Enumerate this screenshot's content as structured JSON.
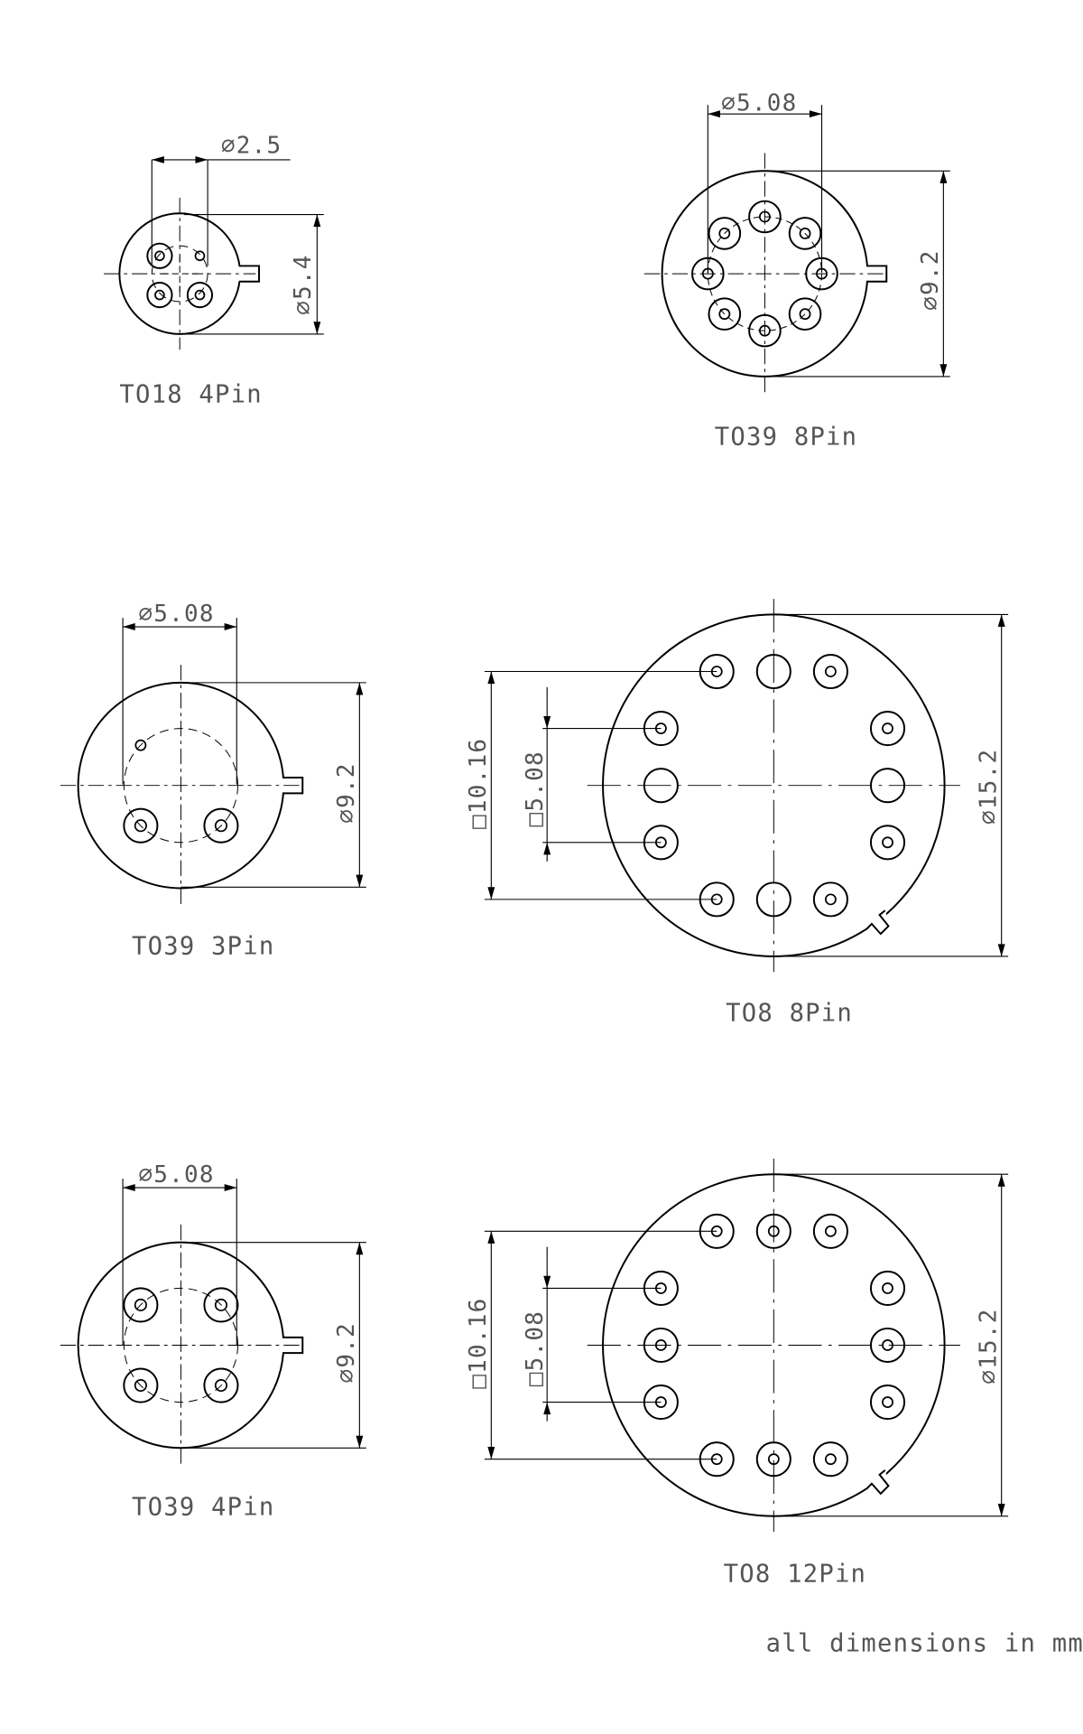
{
  "drawings": {
    "to18_4pin": {
      "label": "TO18 4Pin",
      "pin_circle_dim": "⌀2.5",
      "body_dim": "⌀5.4"
    },
    "to39_8pin": {
      "label": "TO39 8Pin",
      "pin_circle_dim": "⌀5.08",
      "body_dim": "⌀9.2"
    },
    "to39_3pin": {
      "label": "TO39 3Pin",
      "pin_circle_dim": "⌀5.08",
      "body_dim": "⌀9.2"
    },
    "to8_8pin": {
      "label": "TO8 8Pin",
      "outer_square_dim": "□10.16",
      "inner_square_dim": "□5.08",
      "body_dim": "⌀15.2"
    },
    "to39_4pin": {
      "label": "TO39 4Pin",
      "pin_circle_dim": "⌀5.08",
      "body_dim": "⌀9.2"
    },
    "to8_12pin": {
      "label": "TO8 12Pin",
      "outer_square_dim": "□10.16",
      "inner_square_dim": "□5.08",
      "body_dim": "⌀15.2"
    }
  },
  "footnote": "all dimensions in mm",
  "colors": {
    "line": "#000000",
    "text": "#555555"
  }
}
